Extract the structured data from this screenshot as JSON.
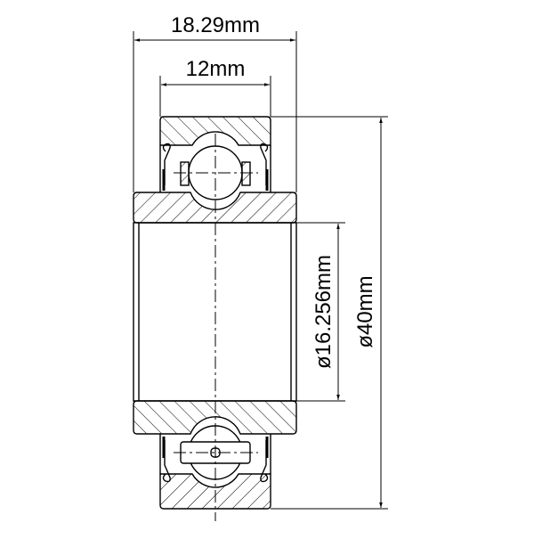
{
  "dimensions": {
    "overall_width": "18.29mm",
    "outer_ring_width": "12mm",
    "bore_diameter": "ø16.256mm",
    "outer_diameter": "ø40mm"
  },
  "colors": {
    "line": "#000000",
    "background": "#ffffff"
  }
}
